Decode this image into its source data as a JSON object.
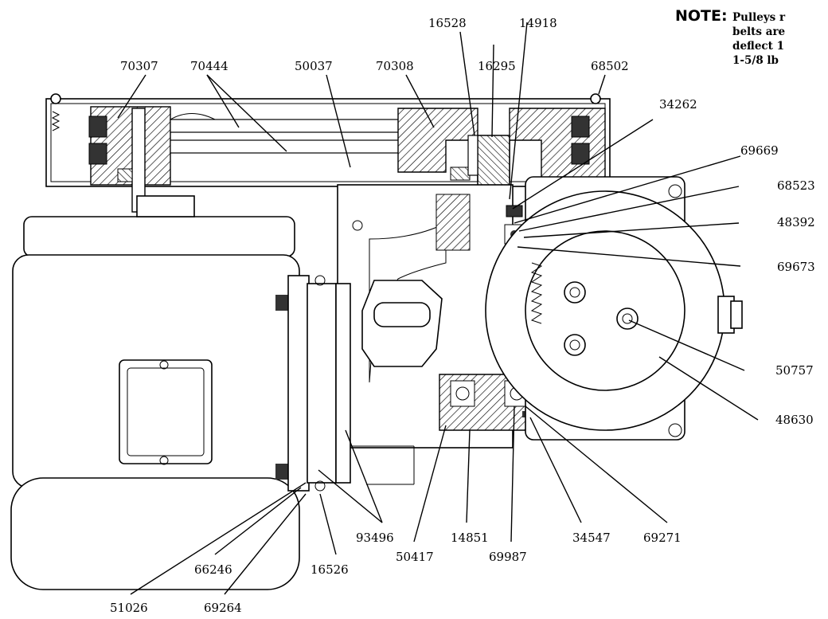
{
  "note": {
    "heading": "NOTE:",
    "lines": [
      "Pulleys r",
      "belts are",
      "deflect 1",
      "1-5/8 lb"
    ]
  },
  "part_numbers": [
    "70307",
    "70444",
    "50037",
    "70308",
    "16528",
    "16295",
    "14918",
    "68502",
    "34262",
    "69669",
    "68523",
    "48392",
    "69673",
    "50757",
    "48630",
    "93496",
    "14851",
    "34547",
    "69271",
    "50417",
    "69987",
    "51026",
    "66246",
    "69264",
    "16526"
  ]
}
